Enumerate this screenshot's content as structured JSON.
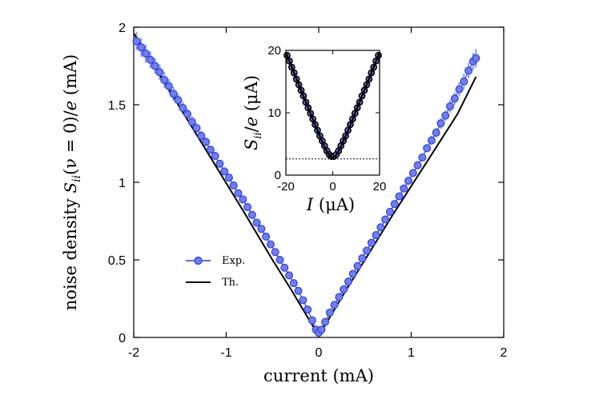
{
  "colors": {
    "marker_fill": "#6f7ef2",
    "marker_edge": "#2f3fd8",
    "errorbar": "#8fa0f0",
    "theory": "#000000",
    "dotted_line": "#000000"
  },
  "chart_data": [
    {
      "type": "line",
      "xlabel": "current (mA)",
      "ylabel": "noise density S_ii(ν = 0)/e (mA)",
      "ylabel_display": {
        "prefix": "noise density ",
        "math": "S",
        "math_sub": "ii",
        "rest": "(ν = 0)/",
        "math2": "e",
        "suffix": " (mA)"
      },
      "xlim": [
        -2,
        2
      ],
      "ylim": [
        0,
        2
      ],
      "xticks": [
        -2,
        -1,
        0,
        1,
        2
      ],
      "xtick_labels": [
        "-2",
        "-1",
        "0",
        "1",
        "2"
      ],
      "yticks": [
        0,
        0.5,
        1,
        1.5,
        2
      ],
      "ytick_labels": [
        "0",
        "0.5",
        "1",
        "1.5",
        "2"
      ],
      "grid": false,
      "legend": {
        "placement": "lower-left",
        "entries": [
          {
            "label": "Exp.",
            "style": "marker-line"
          },
          {
            "label": "Th.",
            "style": "line"
          }
        ]
      },
      "series": [
        {
          "name": "Exp.",
          "x": [
            -1.97,
            -1.92,
            -1.87,
            -1.82,
            -1.77,
            -1.72,
            -1.67,
            -1.62,
            -1.57,
            -1.52,
            -1.47,
            -1.42,
            -1.37,
            -1.32,
            -1.27,
            -1.22,
            -1.17,
            -1.12,
            -1.07,
            -1.02,
            -0.97,
            -0.92,
            -0.87,
            -0.82,
            -0.77,
            -0.72,
            -0.67,
            -0.62,
            -0.57,
            -0.52,
            -0.47,
            -0.42,
            -0.37,
            -0.32,
            -0.27,
            -0.22,
            -0.17,
            -0.12,
            -0.07,
            -0.03,
            0.0,
            0.03,
            0.07,
            0.12,
            0.17,
            0.22,
            0.27,
            0.32,
            0.37,
            0.42,
            0.47,
            0.52,
            0.57,
            0.62,
            0.67,
            0.72,
            0.77,
            0.82,
            0.87,
            0.92,
            0.97,
            1.02,
            1.07,
            1.12,
            1.17,
            1.22,
            1.27,
            1.32,
            1.37,
            1.42,
            1.47,
            1.52,
            1.57,
            1.62,
            1.67,
            1.7
          ],
          "y": [
            1.91,
            1.87,
            1.83,
            1.79,
            1.75,
            1.71,
            1.66,
            1.62,
            1.57,
            1.53,
            1.48,
            1.44,
            1.39,
            1.35,
            1.3,
            1.26,
            1.21,
            1.17,
            1.12,
            1.07,
            1.03,
            0.98,
            0.93,
            0.89,
            0.84,
            0.79,
            0.74,
            0.7,
            0.65,
            0.6,
            0.55,
            0.5,
            0.45,
            0.4,
            0.35,
            0.3,
            0.24,
            0.18,
            0.11,
            0.05,
            0.03,
            0.05,
            0.1,
            0.16,
            0.21,
            0.26,
            0.31,
            0.36,
            0.41,
            0.46,
            0.51,
            0.56,
            0.61,
            0.66,
            0.71,
            0.76,
            0.81,
            0.86,
            0.91,
            0.96,
            1.01,
            1.06,
            1.11,
            1.16,
            1.22,
            1.27,
            1.32,
            1.38,
            1.43,
            1.49,
            1.54,
            1.6,
            1.65,
            1.72,
            1.78,
            1.8
          ],
          "yerr": [
            0.06,
            0.06,
            0.06,
            0.055,
            0.05,
            0.05,
            0.05,
            0.045,
            0.045,
            0.04,
            0.04,
            0.035,
            0.035,
            0.03,
            0.03,
            0.03,
            0.025,
            0.025,
            0.02,
            0.02,
            0.02,
            0.02,
            0.015,
            0.015,
            0.015,
            0.015,
            0.01,
            0.01,
            0.01,
            0.01,
            0.01,
            0.01,
            0.01,
            0.01,
            0.01,
            0.01,
            0.01,
            0.01,
            0.01,
            0.01,
            0.01,
            0.01,
            0.01,
            0.01,
            0.01,
            0.01,
            0.01,
            0.01,
            0.01,
            0.01,
            0.01,
            0.01,
            0.01,
            0.01,
            0.01,
            0.01,
            0.015,
            0.015,
            0.015,
            0.015,
            0.02,
            0.02,
            0.02,
            0.025,
            0.025,
            0.03,
            0.03,
            0.035,
            0.035,
            0.04,
            0.04,
            0.045,
            0.05,
            0.05,
            0.055,
            0.06
          ]
        },
        {
          "name": "Th.",
          "x": [
            -2.0,
            -1.6,
            -1.2,
            -0.8,
            -0.5,
            -0.3,
            -0.15,
            -0.08,
            -0.04,
            0.0,
            0.04,
            0.08,
            0.15,
            0.3,
            0.5,
            0.8,
            1.2,
            1.5,
            1.7
          ],
          "y": [
            1.96,
            1.58,
            1.19,
            0.8,
            0.5,
            0.31,
            0.16,
            0.09,
            0.05,
            0.02,
            0.05,
            0.09,
            0.16,
            0.31,
            0.5,
            0.79,
            1.16,
            1.44,
            1.68
          ]
        }
      ]
    },
    {
      "type": "line",
      "placement": "inset-top-center",
      "xlabel": "I (μA)",
      "xlabel_display": {
        "math": "I",
        "suffix": " (μA)"
      },
      "ylabel": "S_ii/e (μA)",
      "ylabel_display": {
        "math": "S",
        "math_sub": "ii",
        "rest": "/",
        "math2": "e",
        "suffix": " (μA)"
      },
      "xlim": [
        -20,
        20
      ],
      "ylim": [
        0,
        20
      ],
      "xticks": [
        -20,
        0,
        20
      ],
      "xtick_labels": [
        "-20",
        "0",
        "20"
      ],
      "yticks": [
        0,
        10,
        20
      ],
      "ytick_labels": [
        "0",
        "10",
        "20"
      ],
      "grid": false,
      "reference_line": {
        "y": 2.6,
        "style": "dotted"
      },
      "series": [
        {
          "name": "Exp.",
          "x": [
            -19.5,
            -18.5,
            -17.5,
            -16.5,
            -15.5,
            -14.5,
            -13.5,
            -12.5,
            -11.5,
            -10.5,
            -9.5,
            -8.5,
            -7.5,
            -6.5,
            -5.5,
            -4.5,
            -3.5,
            -2.5,
            -1.5,
            -0.5,
            0.5,
            1.5,
            2.5,
            3.5,
            4.5,
            5.5,
            6.5,
            7.5,
            8.5,
            9.5,
            10.5,
            11.5,
            12.5,
            13.5,
            14.5,
            15.5,
            16.5,
            17.5,
            18.5,
            19.5
          ],
          "y": [
            19.2,
            18.3,
            17.3,
            16.4,
            15.4,
            14.5,
            13.6,
            12.7,
            11.7,
            10.8,
            9.9,
            9.0,
            8.1,
            7.2,
            6.3,
            5.5,
            4.7,
            3.9,
            3.3,
            3.0,
            3.0,
            3.3,
            3.9,
            4.7,
            5.5,
            6.3,
            7.2,
            8.1,
            9.0,
            9.9,
            10.8,
            11.7,
            12.7,
            13.6,
            14.5,
            15.4,
            16.4,
            17.3,
            18.3,
            19.2
          ]
        },
        {
          "name": "Th.",
          "x": [
            -20,
            -16,
            -12,
            -8,
            -6,
            -4,
            -3,
            -2,
            -1,
            0,
            1,
            2,
            3,
            4,
            6,
            8,
            12,
            16,
            20
          ],
          "y": [
            19.7,
            15.9,
            12.2,
            8.5,
            6.7,
            5.0,
            4.2,
            3.5,
            3.0,
            2.8,
            3.0,
            3.5,
            4.2,
            5.0,
            6.7,
            8.5,
            12.2,
            15.9,
            19.7
          ]
        }
      ]
    }
  ]
}
